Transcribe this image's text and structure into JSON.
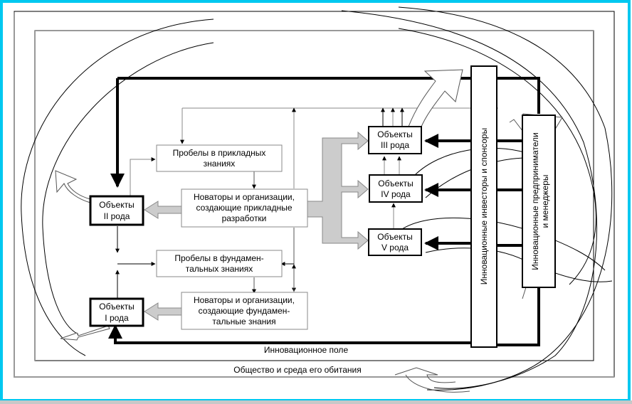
{
  "diagram": {
    "title": "Innovation field structure",
    "colors": {
      "frame_border": "#00c8f0",
      "line_black": "#000000",
      "line_gray": "#999999",
      "fat_arrow_fill": "#cccccc",
      "status_bar": "#c8c8c8"
    },
    "fields": {
      "inner": "Инновационное поле",
      "outer": "Общество и среда его обитания"
    },
    "boxes": {
      "obj2": [
        "Объекты",
        "II рода"
      ],
      "obj1": [
        "Объекты",
        "I рода"
      ],
      "obj3": [
        "Объекты",
        "III рода"
      ],
      "obj4": [
        "Объекты",
        "IV рода"
      ],
      "obj5": [
        "Объекты",
        "V рода"
      ],
      "gaps_applied": [
        "Пробелы в прикладных",
        "знаниях"
      ],
      "innov_applied": [
        "Новаторы и организации,",
        "создающие прикладные",
        "разработки"
      ],
      "gaps_fund": [
        "Пробелы в фундамен-",
        "тальных знаниях"
      ],
      "innov_fund": [
        "Новаторы и организации,",
        "создающие фундамен-",
        "тальные знания"
      ],
      "investors": [
        "Инновационные инвесторы и спонсоры"
      ],
      "entrepreneurs": [
        "Инновационные предприниматели",
        "и менеджеры"
      ]
    }
  }
}
